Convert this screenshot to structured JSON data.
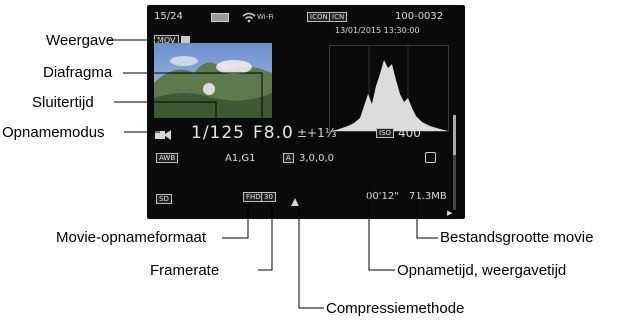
{
  "callouts": {
    "weergave": "Weergave",
    "diafragma": "Diafragma",
    "sluitertijd": "Sluitertijd",
    "opnamemodus": "Opnamemodus",
    "movie_opnameformaat": "Movie-opnameformaat",
    "framerate": "Framerate",
    "compressiemethode": "Compressiemethode",
    "opnametijd": "Opnametijd, weergavetijd",
    "bestandsgrootte": "Bestandsgrootte movie"
  },
  "screen": {
    "frame_counter": "15/24",
    "wifi_label": "Wi-Fi",
    "folder_file": "100-0032",
    "datetime": "13/01/2015 13:30:00",
    "shutter": "1/125",
    "aperture": "F8.0",
    "exposure_comp": "±+1⅓",
    "iso": "400",
    "wb_shift": "A1,G1",
    "picture_style": "3,0,0,0",
    "clip_time": "00'12\"",
    "file_size": "71.3MB",
    "play_mark": "▶"
  },
  "colors": {
    "screen_bg": "#0a0a0a",
    "leader_line": "#000000"
  }
}
